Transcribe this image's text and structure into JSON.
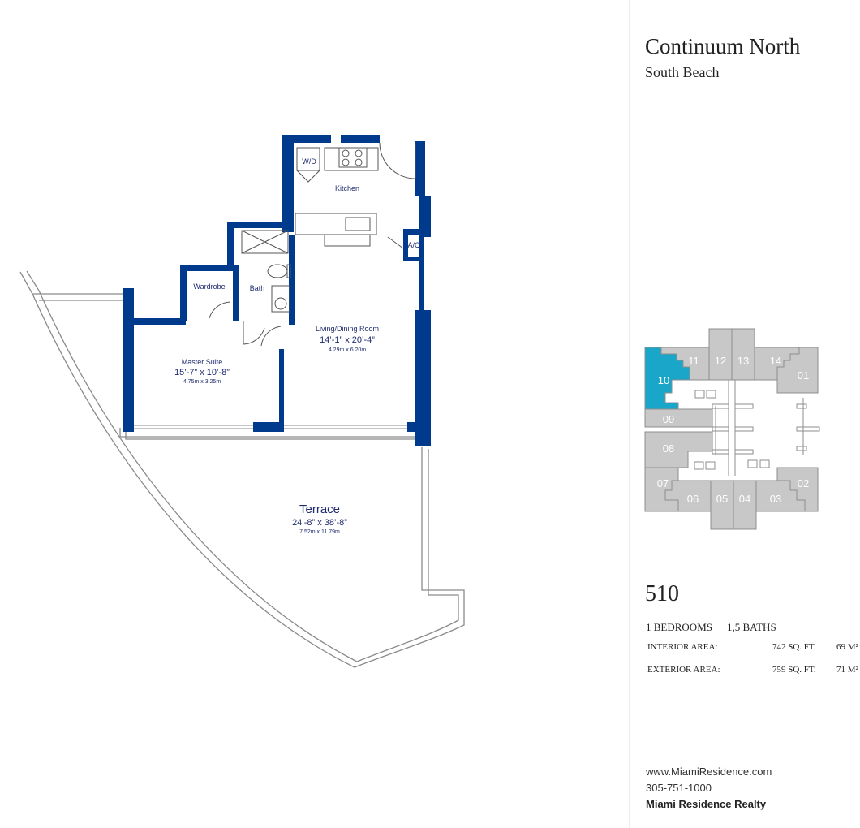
{
  "header": {
    "title": "Continuum North",
    "subtitle": "South Beach"
  },
  "floorplan": {
    "rooms": [
      {
        "id": "kitchen",
        "name": "Kitchen",
        "dim_ft": "",
        "dim_m": ""
      },
      {
        "id": "wardrobe",
        "name": "Wardrobe",
        "dim_ft": "",
        "dim_m": ""
      },
      {
        "id": "bath",
        "name": "Bath",
        "dim_ft": "",
        "dim_m": ""
      },
      {
        "id": "living",
        "name": "Living/Dining Room",
        "dim_ft": "14’-1” x 20’-4”",
        "dim_m": "4.29m x 6.20m"
      },
      {
        "id": "master",
        "name": "Master Suite",
        "dim_ft": "15’-7” x 10’-8”",
        "dim_m": "4.75m x 3.25m"
      },
      {
        "id": "terrace",
        "name": "Terrace",
        "dim_ft": "24’-8” x 38’-8”",
        "dim_m": "7.52m x 11.79m"
      }
    ],
    "fixtures": {
      "washer_dryer": "W/D",
      "ac": "A/C"
    }
  },
  "keyplan": {
    "units": [
      "11",
      "12",
      "13",
      "14",
      "01",
      "10",
      "09",
      "08",
      "07",
      "06",
      "05",
      "04",
      "03",
      "02"
    ],
    "highlighted_unit": "10",
    "highlight_color": "#1aa6c9",
    "unit_color": "#c8c8c8"
  },
  "unit": {
    "number": "510",
    "bedrooms": "1 BEDROOMS",
    "baths": "1,5 BATHS",
    "areas": [
      {
        "label": "INTERIOR AREA:",
        "sqft": "742 SQ. FT.",
        "m2": "69 M²"
      },
      {
        "label": "EXTERIOR AREA:",
        "sqft": "759 SQ. FT.",
        "m2": "71 M²"
      }
    ]
  },
  "contact": {
    "website": "www.MiamiResidence.com",
    "phone": "305-751-1000",
    "company": "Miami Residence Realty"
  },
  "colors": {
    "wall": "#003a8c",
    "line": "#8a8a8a",
    "label": "#1e2a6e"
  }
}
